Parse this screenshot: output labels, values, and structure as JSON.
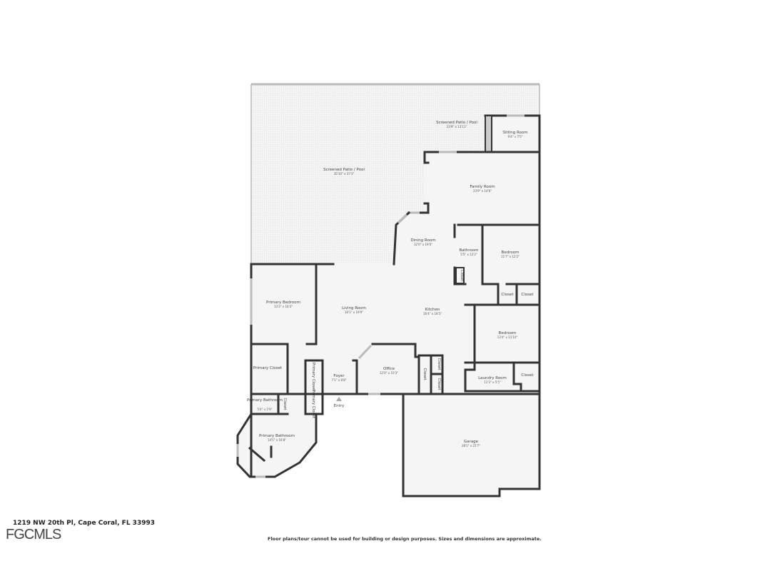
{
  "address": "1219 NW 20th Pl, Cape Coral, FL 33993",
  "logo": "FGCMLS",
  "disclaimer": "Floor plans/tour cannot be used for building or design purposes. Sizes and dimensions are approximate.",
  "entry_label": "Entry",
  "rooms": [
    {
      "name": "Screened Patio / Pool",
      "dim": "35'10\" x 37'3\""
    },
    {
      "name": "Screened Patio / Pool",
      "dim": "23'9\" x 13'11\""
    },
    {
      "name": "Sitting Room",
      "dim": "9'4\" x 7'5\""
    },
    {
      "name": "Family Room",
      "dim": "23'9\" x 14'6\""
    },
    {
      "name": "Dining Room",
      "dim": "12'0\" x 19'0\""
    },
    {
      "name": "Bathroom",
      "dim": "5'5\" x 12'2\""
    },
    {
      "name": "Bedroom",
      "dim": "11'7\" x 12'2\""
    },
    {
      "name": "Primary Bedroom",
      "dim": "13'3\" x 16'3\""
    },
    {
      "name": "Living Room",
      "dim": "16'1\" x 19'9\""
    },
    {
      "name": "Kitchen",
      "dim": "16'4\" x 18'5\""
    },
    {
      "name": "Bedroom",
      "dim": "13'4\" x 11'10\""
    },
    {
      "name": "Foyer",
      "dim": "7'1\" x 8'8\""
    },
    {
      "name": "Office",
      "dim": "12'0\" x 10'3\""
    },
    {
      "name": "Laundry Room",
      "dim": "11'3\" x 5'5\""
    },
    {
      "name": "Primary Bathroom",
      "dim": "5'4\" x 2'9\""
    },
    {
      "name": "Primary Bathroom",
      "dim": "14'5\" x 16'8\""
    },
    {
      "name": "Garage",
      "dim": "28'1\" x 21'7\""
    }
  ],
  "small_rooms": [
    "Closet",
    "Closet",
    "Closet",
    "Primary Closet",
    "Primary Closet",
    "Primary Closet",
    "Closet",
    "Closet",
    "Closet",
    "Closet",
    "Closet"
  ]
}
